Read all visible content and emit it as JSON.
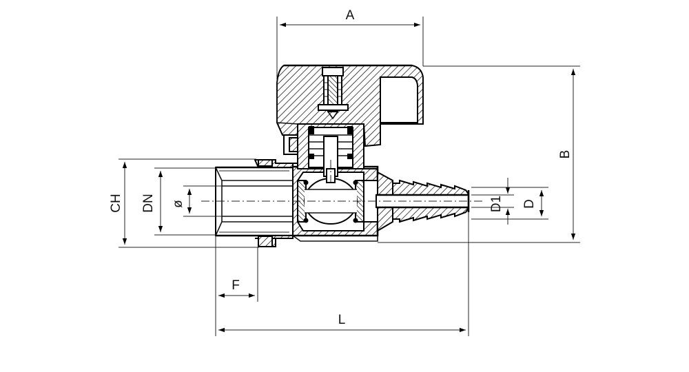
{
  "dimensions": {
    "A": "A",
    "B": "B",
    "CH": "CH",
    "DN": "DN",
    "diameter": "ø",
    "D1": "D1",
    "D": "D",
    "F": "F",
    "L": "L"
  }
}
